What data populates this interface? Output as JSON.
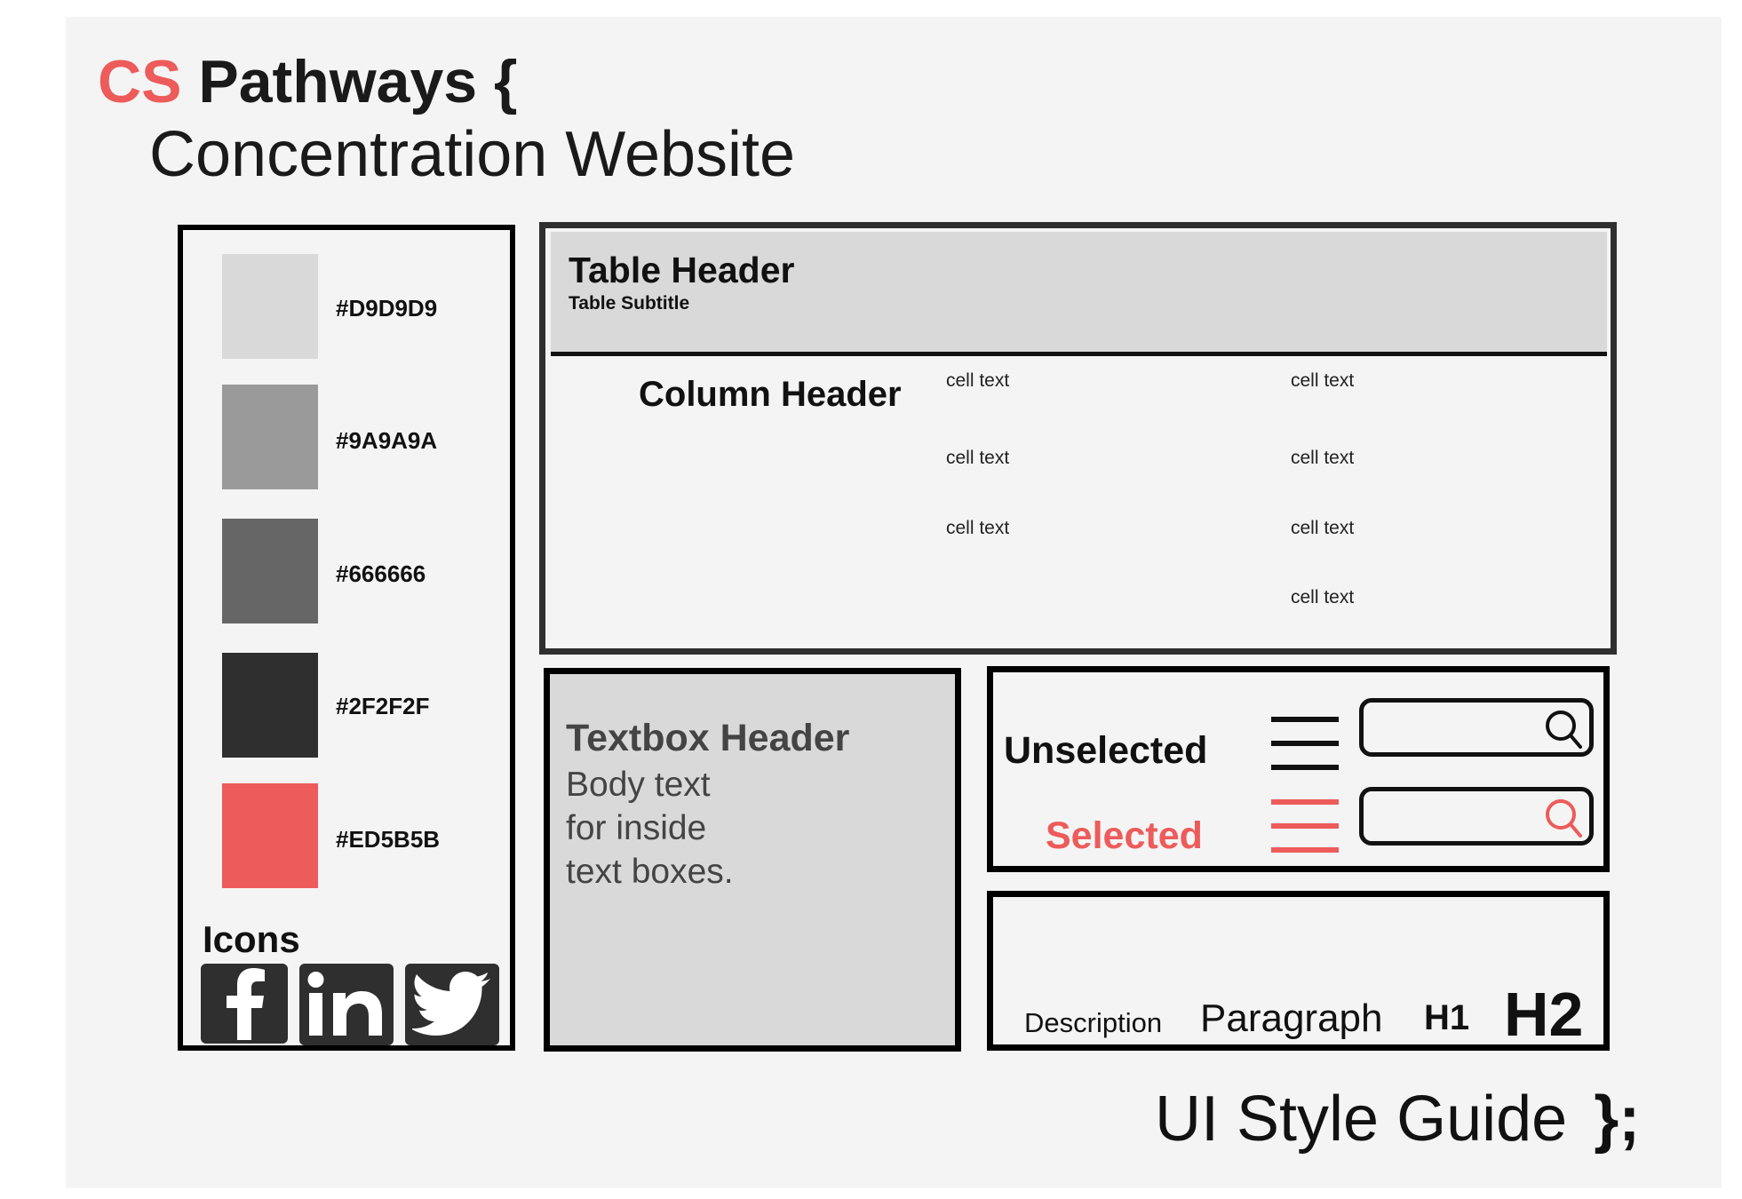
{
  "title": {
    "brand_accent": "CS",
    "brand_rest": "Pathways {",
    "subtitle": "Concentration Website"
  },
  "palette": [
    {
      "hex": "#D9D9D9",
      "label": "#D9D9D9"
    },
    {
      "hex": "#9A9A9A",
      "label": "#9A9A9A"
    },
    {
      "hex": "#666666",
      "label": "#666666"
    },
    {
      "hex": "#2F2F2F",
      "label": "#2F2F2F"
    },
    {
      "hex": "#ED5B5B",
      "label": "#ED5B5B"
    }
  ],
  "icons": {
    "label": "Icons",
    "items": [
      "facebook-icon",
      "linkedin-icon",
      "twitter-icon"
    ]
  },
  "table": {
    "header": "Table Header",
    "subtitle": "Table Subtitle",
    "column_header": "Column Header",
    "col1": [
      "cell text",
      "cell text",
      "cell text"
    ],
    "col2": [
      "cell text",
      "cell text",
      "cell text",
      "cell text"
    ]
  },
  "textbox": {
    "header": "Textbox Header",
    "body_lines": [
      "Body text",
      "for inside",
      "text boxes."
    ]
  },
  "states": {
    "unselected_label": "Unselected",
    "selected_label": "Selected",
    "unselected_color": "#111111",
    "selected_color": "#ED5B5B",
    "menu_icon": "hamburger-icon",
    "search_icon": "search-icon"
  },
  "typography": {
    "description": "Description",
    "paragraph": "Paragraph",
    "h1": "H1",
    "h2": "H2"
  },
  "footer": {
    "title": "UI Style Guide",
    "brace": "};"
  }
}
